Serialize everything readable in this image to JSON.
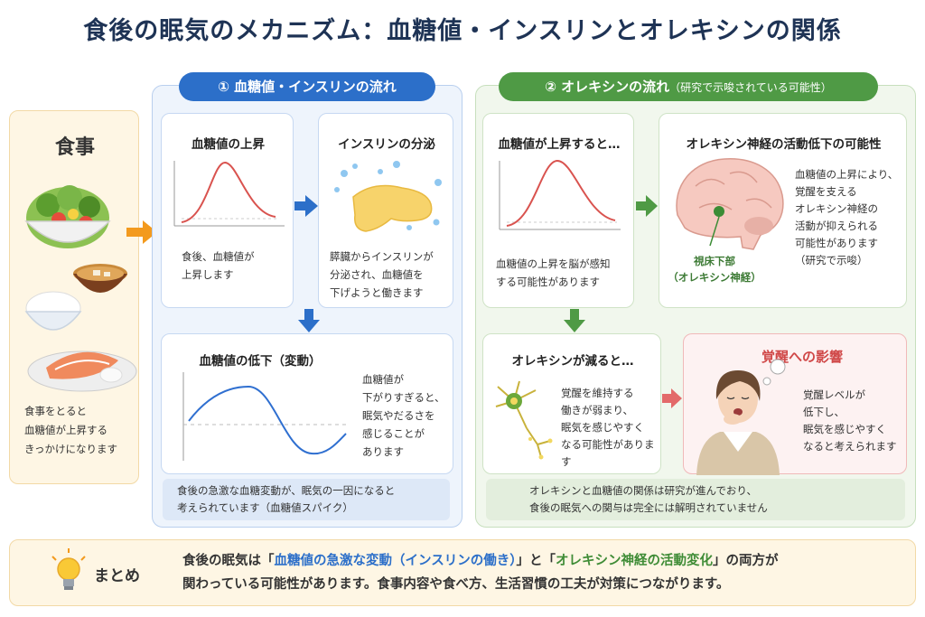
{
  "title": "食後の眠気のメカニズム：血糖値・インスリンとオレキシンの関係",
  "meal": {
    "title": "食事",
    "description": "食事をとると\n血糖値が上昇する\nきっかけになります"
  },
  "section1": {
    "title": "① 血糖値・インスリンの流れ",
    "cards": {
      "rise": {
        "title": "血糖値の上昇",
        "text": "食後、血糖値が\n上昇します"
      },
      "insulin": {
        "title": "インスリンの分泌",
        "text": "膵臓からインスリンが\n分泌され、血糖値を\n下げようと働きます"
      },
      "drop": {
        "title": "血糖値の低下（変動）",
        "text": "血糖値が\n下がりすぎると、\n眠気やだるさを\n感じることが\nあります"
      }
    },
    "note": "食後の急激な血糖変動が、眠気の一因になると\n考えられています（血糖値スパイク）"
  },
  "section2": {
    "title": "② オレキシンの流れ",
    "title_sub": "（研究で示唆されている可能性）",
    "cards": {
      "sense": {
        "title": "血糖値が上昇すると…",
        "text": "血糖値の上昇を脳が感知\nする可能性があります"
      },
      "neuron": {
        "title": "オレキシン神経の活動低下の可能性",
        "text": "血糖値の上昇により、\n覚醒を支える\nオレキシン神経の\n活動が抑えられる\n可能性があります\n（研究で示唆）",
        "brain_label": "視床下部\n（オレキシン神経）"
      },
      "decrease": {
        "title": "オレキシンが減ると…",
        "text": "覚醒を維持する\n働きが弱まり、\n眠気を感じやすく\nなる可能性があります"
      },
      "effect": {
        "title": "覚醒への影響",
        "text": "覚醒レベルが\n低下し、\n眠気を感じやすく\nなると考えられます"
      }
    },
    "note": "オレキシンと血糖値の関係は研究が進んでおり、\n食後の眠気への関与は完全には解明されていません"
  },
  "summary": {
    "label": "まとめ",
    "text_1": "食後の眠気は「",
    "highlight_1": "血糖値の急激な変動（インスリンの働き）",
    "text_2": "」と「",
    "highlight_2": "オレキシン神経の活動変化",
    "text_3": "」の両方が",
    "text_4": "関わっている可能性があります。食事内容や食べ方、生活習慣の工夫が対策につながります。"
  },
  "colors": {
    "title": "#1e3355",
    "blue": "#2c6fc9",
    "green": "#4f9a45",
    "orange": "#f39a1e",
    "red": "#e36a6a",
    "curve_red": "#d9534f",
    "curve_blue": "#2f6fd0"
  },
  "icons": [
    "meal-illustration",
    "pancreas-icon",
    "brain-icon",
    "neuron-icon",
    "drowsy-person-icon",
    "lightbulb-icon"
  ]
}
